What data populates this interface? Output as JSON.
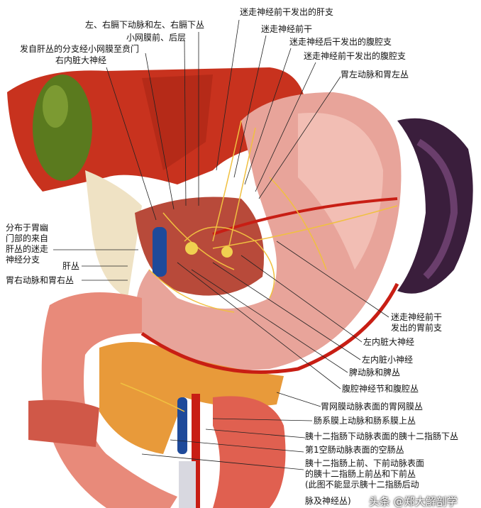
{
  "labels": {
    "top": [
      "迷走神经前干发出的肝支",
      "左、右膈下动脉和左、右膈下丛",
      "迷走神经前干",
      "小网膜前、后层",
      "迷走神经后干发出的腹腔支",
      "发自肝丛的分支经小网膜至贲门",
      "迷走神经前干发出的腹腔支",
      "右内脏大神经",
      "胃左动脉和胃左丛"
    ],
    "left": [
      "分布于胃幽",
      "门部的来自",
      "肝丛的迷走",
      "神经分支",
      "肝丛",
      "胃右动脉和胃右丛"
    ],
    "right": [
      "迷走神经前干",
      "发出的胃前支",
      "左内脏大神经",
      "左内脏小神经",
      "脾动脉和脾丛",
      "腹腔神经节和腹腔丛",
      "胃网膜动脉表面的胃网膜丛",
      "肠系膜上动脉和肠系膜上丛",
      "胰十二指肠下动脉表面的胰十二指肠下丛",
      "第1空肠动脉表面的空肠丛",
      "胰十二指肠上前、下前动脉表面",
      "的胰十二指肠上前丛和下前丛",
      "(此图不能显示胰十二指肠后动",
      "脉及神经丛)"
    ]
  },
  "watermark": "头条 @郑大解剖学",
  "colors": {
    "liver": "#c8321e",
    "gallbladder": "#5a7a1e",
    "stomach": "#e8a49a",
    "spleen": "#3a1e3c",
    "pancreas": "#e89a3a",
    "nerve": "#f0c040",
    "artery": "#c81e14",
    "vein": "#1e4a9a"
  }
}
